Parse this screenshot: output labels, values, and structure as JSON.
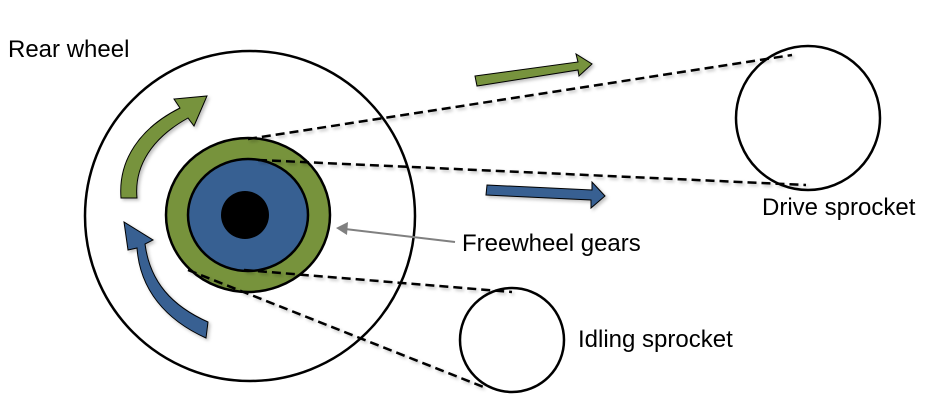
{
  "labels": {
    "rear_wheel": "Rear wheel",
    "drive_sprocket": "Drive sprocket",
    "freewheel_gears": "Freewheel gears",
    "idling_sprocket": "Idling sprocket"
  },
  "colors": {
    "green": "#77933C",
    "blue": "#376092",
    "pointer": "#808080"
  }
}
